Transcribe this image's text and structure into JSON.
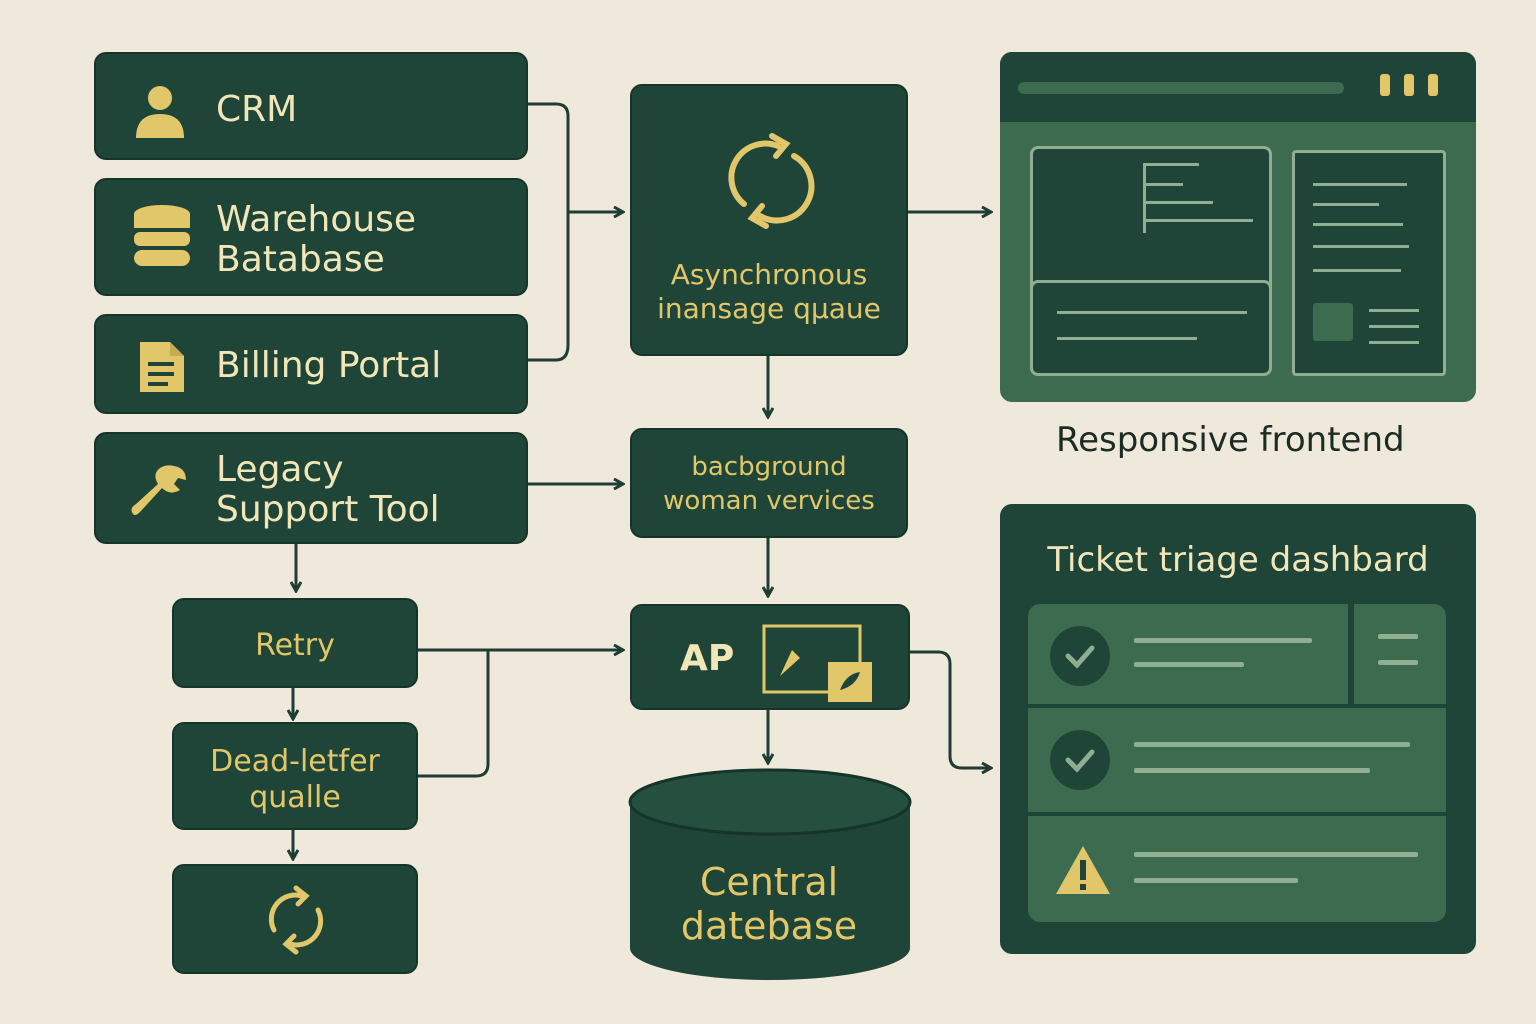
{
  "sources": {
    "crm": "CRM",
    "warehouse_line1": "Warehouse",
    "warehouse_line2": "Batabase",
    "billing": "Billing Portal",
    "legacy_line1": "Legacy",
    "legacy_line2": "Support Tool"
  },
  "queue": {
    "line1": "Asynchronous",
    "line2": "inansage qµaue"
  },
  "background": {
    "line1": "bacbground",
    "line2": "woman vervices"
  },
  "api": {
    "label": "AP"
  },
  "central_db": {
    "line1": "Central",
    "line2": "datebase"
  },
  "retry": {
    "label": "Retry"
  },
  "dead_letter": {
    "line1": "Dead-letfer",
    "line2": "qualle"
  },
  "frontend": {
    "caption": "Responsive frontend"
  },
  "dashboard": {
    "title": "Ticket triage dashbard"
  },
  "icons": {
    "crm": "user-icon",
    "warehouse": "database-icon",
    "billing": "document-icon",
    "legacy": "wrench-icon",
    "queue": "sync-icon",
    "retry_loop": "sync-icon",
    "dashboard_row1": "check-icon",
    "dashboard_row2": "check-icon",
    "dashboard_row3": "warning-icon"
  },
  "colors": {
    "box": "#1e4538",
    "accent_gold": "#e2c66a",
    "label_cream": "#f1e6b8",
    "background": "#efe9dc",
    "panel": "#3c6b50"
  }
}
